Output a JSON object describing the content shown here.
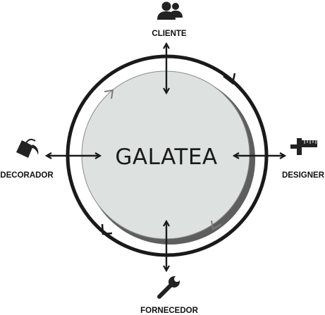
{
  "diagram": {
    "center": {
      "label": "GALATEA"
    },
    "nodes": {
      "top": {
        "label": "CLIENTE",
        "icon": "people-icon"
      },
      "right": {
        "label": "DESIGNER",
        "icon": "ruler-square-icon"
      },
      "bottom": {
        "label": "FORNECEDOR",
        "icon": "wrench-icon"
      },
      "left": {
        "label": "DECORADOR",
        "icon": "paint-bucket-icon"
      }
    },
    "colors": {
      "outer_ring": "#1a1a1a",
      "inner_ring": "#666666",
      "inner_fill": "#dde2e0",
      "arrows": "#1a1a1a",
      "icons": "#222222"
    }
  }
}
